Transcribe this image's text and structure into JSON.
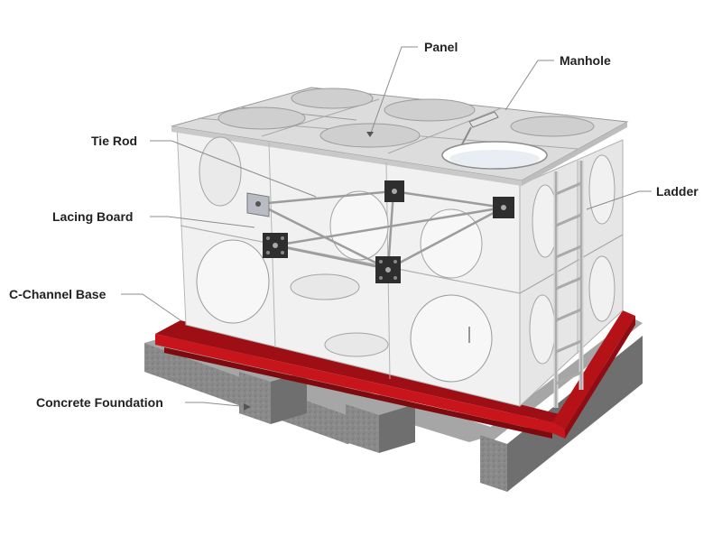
{
  "labels": {
    "panel": "Panel",
    "manhole": "Manhole",
    "tie_rod": "Tie Rod",
    "ladder": "Ladder",
    "lacing_board": "Lacing Board",
    "c_channel_base": "C-Channel Base",
    "concrete_foundation": "Concrete Foundation"
  },
  "colors": {
    "channel": "#c8141b",
    "concrete": "#8a8a8a",
    "panel": "#f2f2f2",
    "leader": "#8c8c8c",
    "label_text": "#222222"
  }
}
